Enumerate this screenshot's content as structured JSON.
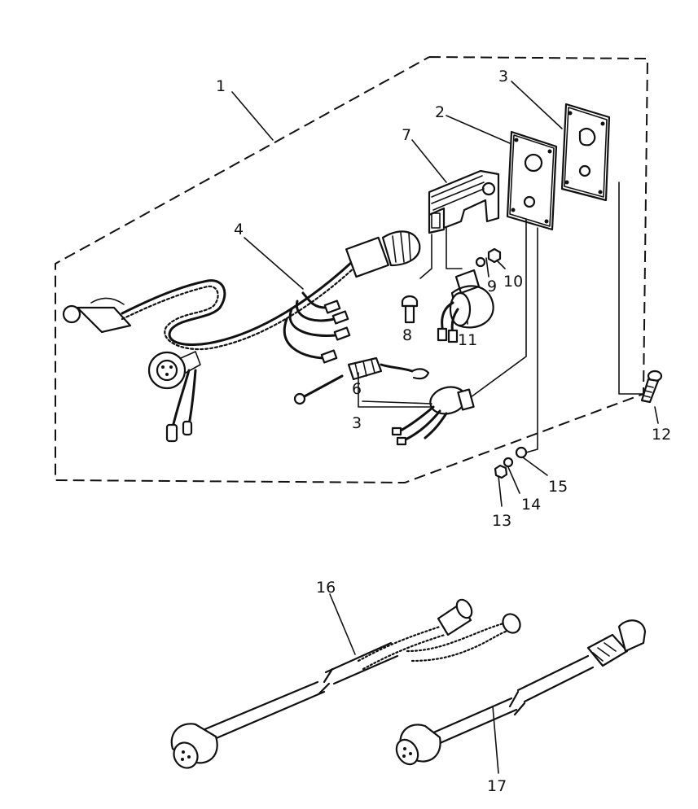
{
  "callouts": [
    {
      "id": "1",
      "text": "1"
    },
    {
      "id": "2",
      "text": "2"
    },
    {
      "id": "3a",
      "text": "3"
    },
    {
      "id": "3b",
      "text": "3"
    },
    {
      "id": "4",
      "text": "4"
    },
    {
      "id": "6",
      "text": "6"
    },
    {
      "id": "7",
      "text": "7"
    },
    {
      "id": "8",
      "text": "8"
    },
    {
      "id": "9",
      "text": "9"
    },
    {
      "id": "10",
      "text": "10"
    },
    {
      "id": "11",
      "text": "11"
    },
    {
      "id": "12",
      "text": "12"
    },
    {
      "id": "13",
      "text": "13"
    },
    {
      "id": "14",
      "text": "14"
    },
    {
      "id": "15",
      "text": "15"
    },
    {
      "id": "16",
      "text": "16"
    },
    {
      "id": "17",
      "text": "17"
    }
  ]
}
